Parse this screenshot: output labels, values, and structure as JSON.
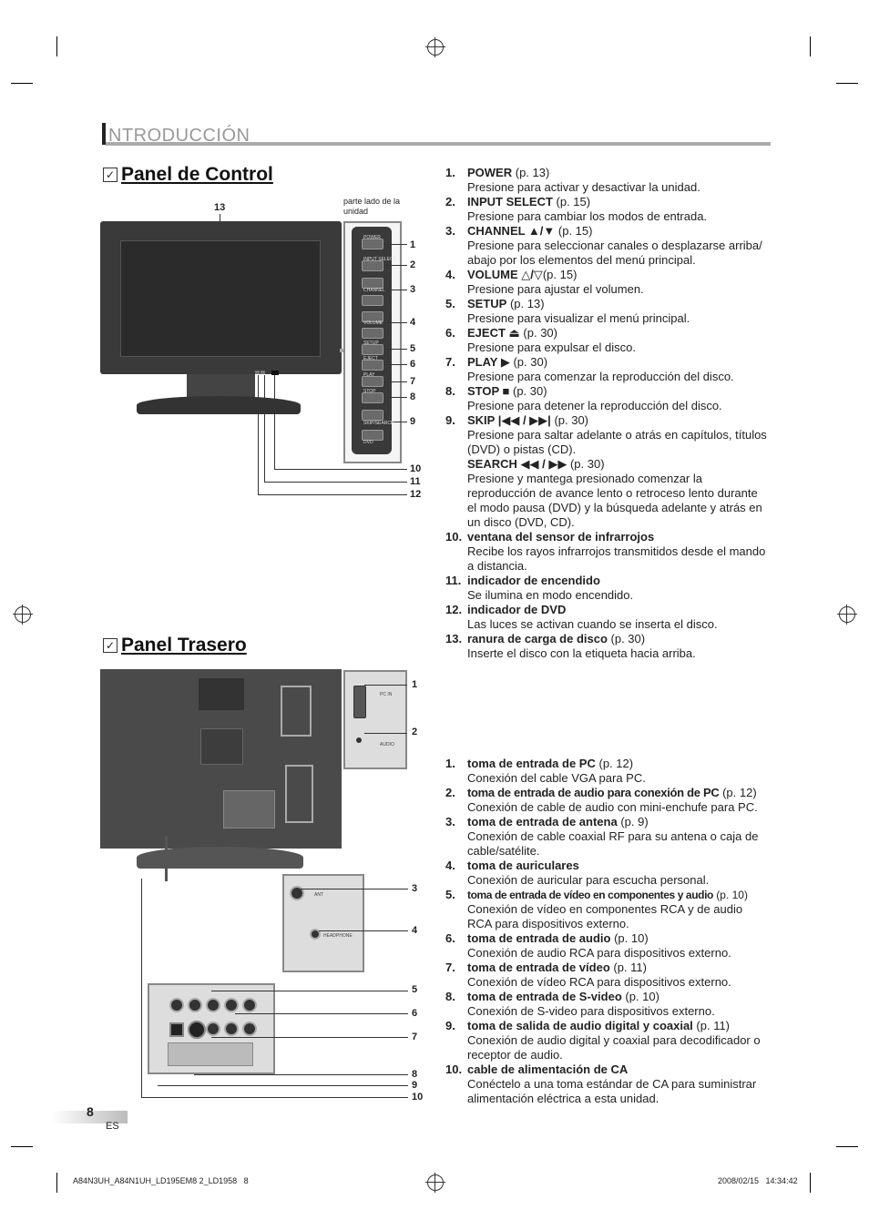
{
  "section": {
    "title": "NTRODUCCIÓN"
  },
  "panel_control": {
    "heading": "Panel de Control",
    "side_note": "parte lado de la unidad",
    "callouts": [
      "13",
      "1",
      "2",
      "3",
      "4",
      "5",
      "6",
      "7",
      "8",
      "9",
      "10",
      "11",
      "12"
    ],
    "button_labels": [
      "POWER",
      "INPUT SELECT",
      "CHANNEL",
      "VOLUME",
      "SETUP",
      "EJECT",
      "PLAY",
      "STOP",
      "SKIP/SEARCH",
      "DVD"
    ],
    "items": [
      {
        "num": "1.",
        "title": "POWER",
        "ref": " (p. 13)",
        "desc": "Presione para activar y desactivar la unidad."
      },
      {
        "num": "2.",
        "title": "INPUT SELECT",
        "ref": " (p. 15)",
        "desc": "Presione para cambiar los modos de entrada."
      },
      {
        "num": "3.",
        "title": "CHANNEL ▲/▼",
        "ref": " (p. 15)",
        "desc": "Presione para seleccionar canales o desplazarse arriba/ abajo por los elementos del menú principal."
      },
      {
        "num": "4.",
        "title": "VOLUME △/▽",
        "ref": "(p. 15)",
        "desc": "Presione para ajustar el volumen."
      },
      {
        "num": "5.",
        "title": "SETUP",
        "ref": " (p. 13)",
        "desc": "Presione para visualizar el menú principal."
      },
      {
        "num": "6.",
        "title": "EJECT ⏏",
        "ref": " (p. 30)",
        "desc": "Presione para expulsar el disco."
      },
      {
        "num": "7.",
        "title": "PLAY ▶",
        "ref": " (p. 30)",
        "desc": "Presione para comenzar la reproducción del disco."
      },
      {
        "num": "8.",
        "title": "STOP ■",
        "ref": " (p. 30)",
        "desc": "Presione para detener la reproducción del disco."
      },
      {
        "num": "9.",
        "title": "SKIP |◀◀ / ▶▶|",
        "ref": " (p. 30)",
        "desc": "Presione para saltar adelante o atrás en capítulos, títulos (DVD) o pistas (CD)."
      },
      {
        "num": "",
        "title": "SEARCH ◀◀ / ▶▶",
        "ref": " (p. 30)",
        "desc": "Presione y mantega presionado comenzar la reproducción de avance lento o retroceso lento durante el modo pausa (DVD) y la búsqueda adelante y atrás en un disco (DVD, CD)."
      },
      {
        "num": "10.",
        "title": "ventana del sensor de infrarrojos",
        "ref": "",
        "desc": "Recibe los rayos infrarrojos transmitidos desde el mando a distancia."
      },
      {
        "num": "11.",
        "title": "indicador de encendido",
        "ref": "",
        "desc": "Se ilumina en modo encendido."
      },
      {
        "num": "12.",
        "title": "indicador de DVD",
        "ref": "",
        "desc": "Las luces se activan cuando se inserta el disco."
      },
      {
        "num": "13.",
        "title": "ranura de carga de disco",
        "ref": " (p. 30)",
        "desc": "Inserte el disco con la etiqueta hacia arriba."
      }
    ]
  },
  "panel_trasero": {
    "heading": "Panel Trasero",
    "callouts": [
      "1",
      "2",
      "3",
      "4",
      "5",
      "6",
      "7",
      "8",
      "9",
      "10"
    ],
    "items": [
      {
        "num": "1.",
        "title": "toma de entrada de PC",
        "ref": " (p. 12)",
        "desc": "Conexión del cable VGA para PC."
      },
      {
        "num": "2.",
        "title": "toma de entrada de audio para conexión de PC",
        "ref": " (p. 12)",
        "desc": "Conexión de cable de audio con mini-enchufe para PC."
      },
      {
        "num": "3.",
        "title": "toma de entrada de antena",
        "ref": " (p. 9)",
        "desc": "Conexión de cable coaxial RF para su antena o caja de cable/satélite."
      },
      {
        "num": "4.",
        "title": "toma de auriculares",
        "ref": "",
        "desc": "Conexión de auricular para escucha personal."
      },
      {
        "num": "5.",
        "title": "toma de entrada de vídeo en componentes y audio",
        "ref": " (p. 10)",
        "desc": "Conexión de vídeo en componentes RCA y de audio RCA para dispositivos externo."
      },
      {
        "num": "6.",
        "title": "toma de entrada de audio",
        "ref": " (p. 10)",
        "desc": "Conexión de audio RCA para dispositivos externo."
      },
      {
        "num": "7.",
        "title": "toma de entrada de vídeo",
        "ref": " (p. 11)",
        "desc": "Conexión de vídeo RCA para dispositivos externo."
      },
      {
        "num": "8.",
        "title": "toma de entrada de S-video",
        "ref": " (p. 10)",
        "desc": "Conexión de S-video para dispositivos externo."
      },
      {
        "num": "9.",
        "title": "toma de salida de audio digital y coaxial",
        "ref": " (p. 11)",
        "desc": "Conexión de audio digital y coaxial para decodificador o receptor de audio."
      },
      {
        "num": "10.",
        "title": "cable de alimentación de CA",
        "ref": "",
        "desc": "Conéctelo a una toma estándar de CA para suministrar alimentación eléctrica a esta unidad."
      }
    ],
    "zoom_labels": {
      "pc": "PC IN",
      "audio": "AUDIO",
      "ant": "ANT",
      "headphone": "HEADPHONE"
    }
  },
  "page": {
    "number": "8",
    "lang": "ES"
  },
  "footer": {
    "left": "A84N3UH_A84N1UH_LD195EM8 2_LD1958   8",
    "right": "2008/02/15   14:34:42"
  }
}
